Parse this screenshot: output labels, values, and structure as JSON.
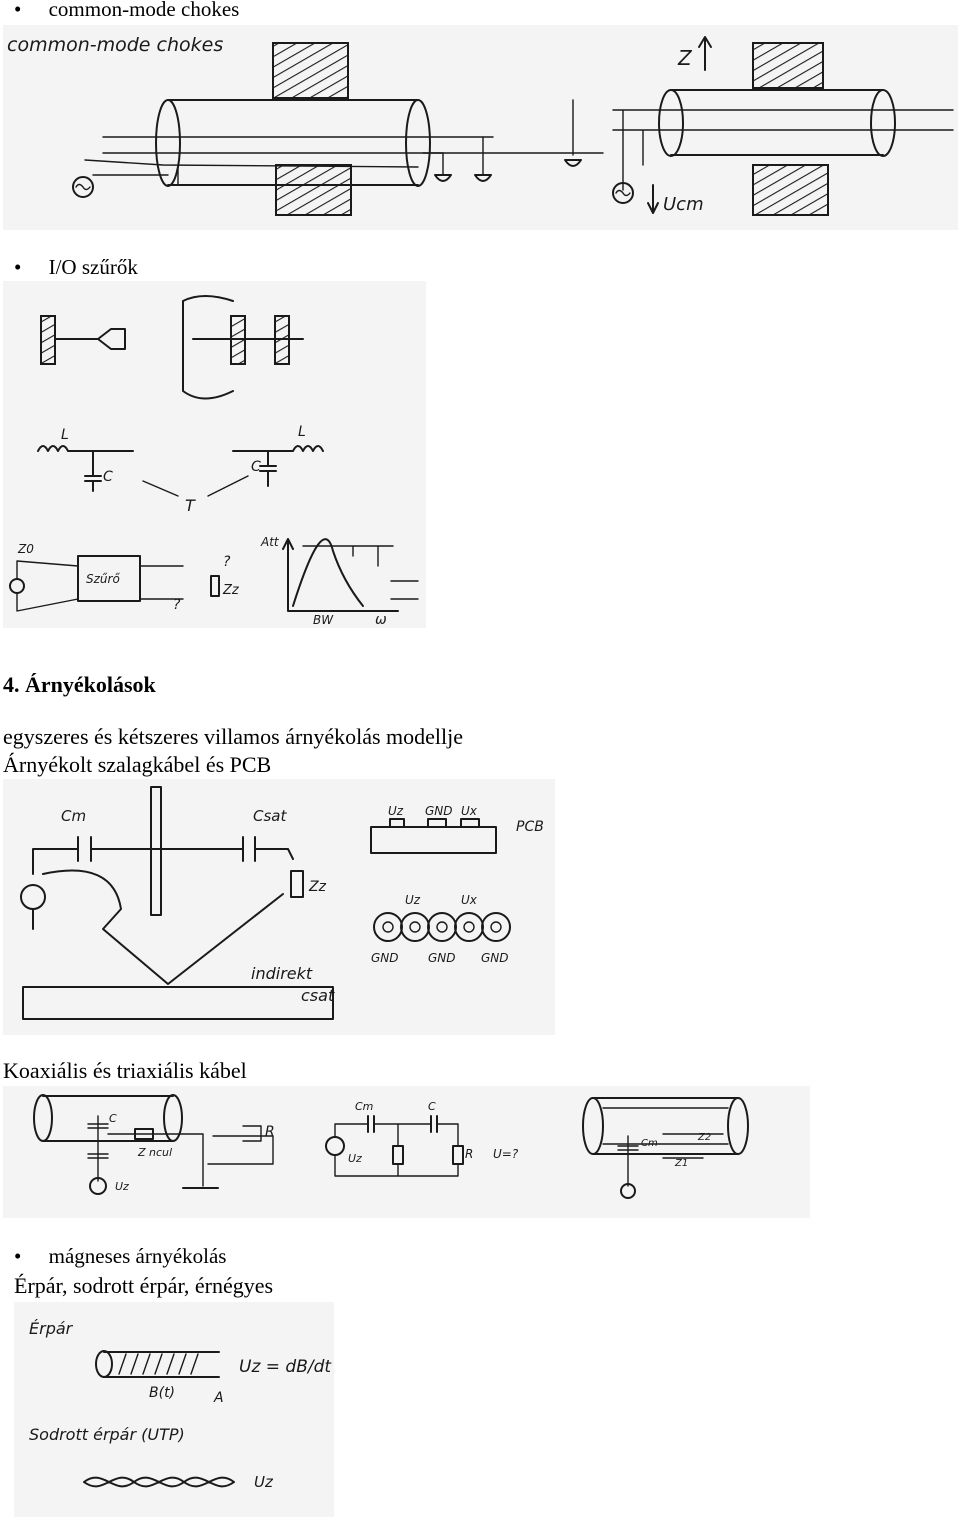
{
  "bullet_glyph": "•",
  "items": {
    "cm_chokes": "common-mode chokes",
    "io_filters": "I/O szűrők",
    "section_title": "4. Árnyékolások",
    "line1": "egyszeres és kétszeres villamos árnyékolás modellje",
    "line2": "Árnyékolt szalagkábel és PCB",
    "coax": "Koaxiális és triaxiális kábel",
    "magnetic": "mágneses árnyékolás",
    "pairs": "Érpár, sodrott érpár, érnégyes"
  },
  "sketch_labels": {
    "fig1_title": "common-mode chokes",
    "fig1_z": "Z",
    "fig1_ucm": "Ucm",
    "fig2_l1": "L",
    "fig2_c1": "C",
    "fig2_l2": "L",
    "fig2_c2": "C",
    "fig2_t": "T",
    "fig2_z0": "Z0",
    "fig2_filter": "Szűrő",
    "fig2_zz": "Zz",
    "fig2_q1": "?",
    "fig2_q2": "?",
    "fig2_att": "Att",
    "fig2_bw": "BW",
    "fig2_omega": "ω",
    "fig3_cm": "Cm",
    "fig3_csat": "Csat",
    "fig3_zz": "Zz",
    "fig3_indirect": "indirekt",
    "fig3_csat2": "csat",
    "fig3_uz": "Uz",
    "fig3_gnd1": "GND",
    "fig3_ux": "Ux",
    "fig3_pcb": "PCB",
    "fig3_uz2": "Uz",
    "fig3_ux2": "Ux",
    "fig3_gnd_a": "GND",
    "fig3_gnd_b": "GND",
    "fig3_gnd_c": "GND",
    "fig4_c": "C",
    "fig4_zncul": "Z ncul",
    "fig4_r": "R",
    "fig4_uz": "Uz",
    "fig4_cm": "Cm",
    "fig4_c2": "C",
    "fig4_r2": "R",
    "fig4_u": "U=?",
    "fig4_uz2": "Uz",
    "fig4_cm2": "Cm",
    "fig4_z2": "Z2",
    "fig4_z1": "Z1",
    "fig5_pair": "Érpár",
    "fig5_eq": "Uz = dB/dt",
    "fig5_bt": "B(t)",
    "fig5_a": "A",
    "fig5_twisted": "Sodrott érpár (UTP)",
    "fig5_uz": "Uz"
  }
}
